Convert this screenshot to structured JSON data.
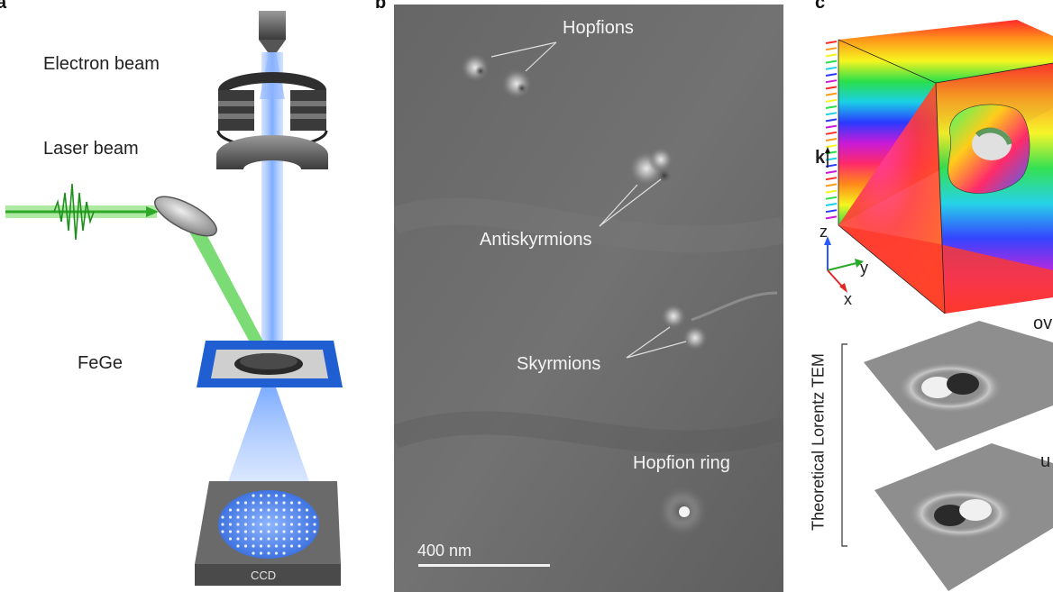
{
  "panels": {
    "a": {
      "label": "a",
      "electron_beam": "Electron beam",
      "laser_beam": "Laser beam",
      "sample": "FeGe",
      "detector": "CCD"
    },
    "b": {
      "label": "b",
      "hopfions": "Hopfions",
      "antiskyrmions": "Antiskyrmions",
      "skyrmions": "Skyrmions",
      "hopfion_ring": "Hopfion ring",
      "scale_bar": "400 nm"
    },
    "c": {
      "label": "c",
      "axis_k": "k",
      "axis_z": "z",
      "axis_y": "y",
      "axis_x": "x",
      "side_label": "Theoretical Lorentz TEM",
      "map_top_label": "ov",
      "map_bottom_label": "u"
    }
  },
  "colors": {
    "beam_blue": "#6fa4ff",
    "laser_green": "#3fbf3a",
    "holder_blue": "#1f5fd1",
    "micrograph_gray": "#6e6e6e"
  }
}
